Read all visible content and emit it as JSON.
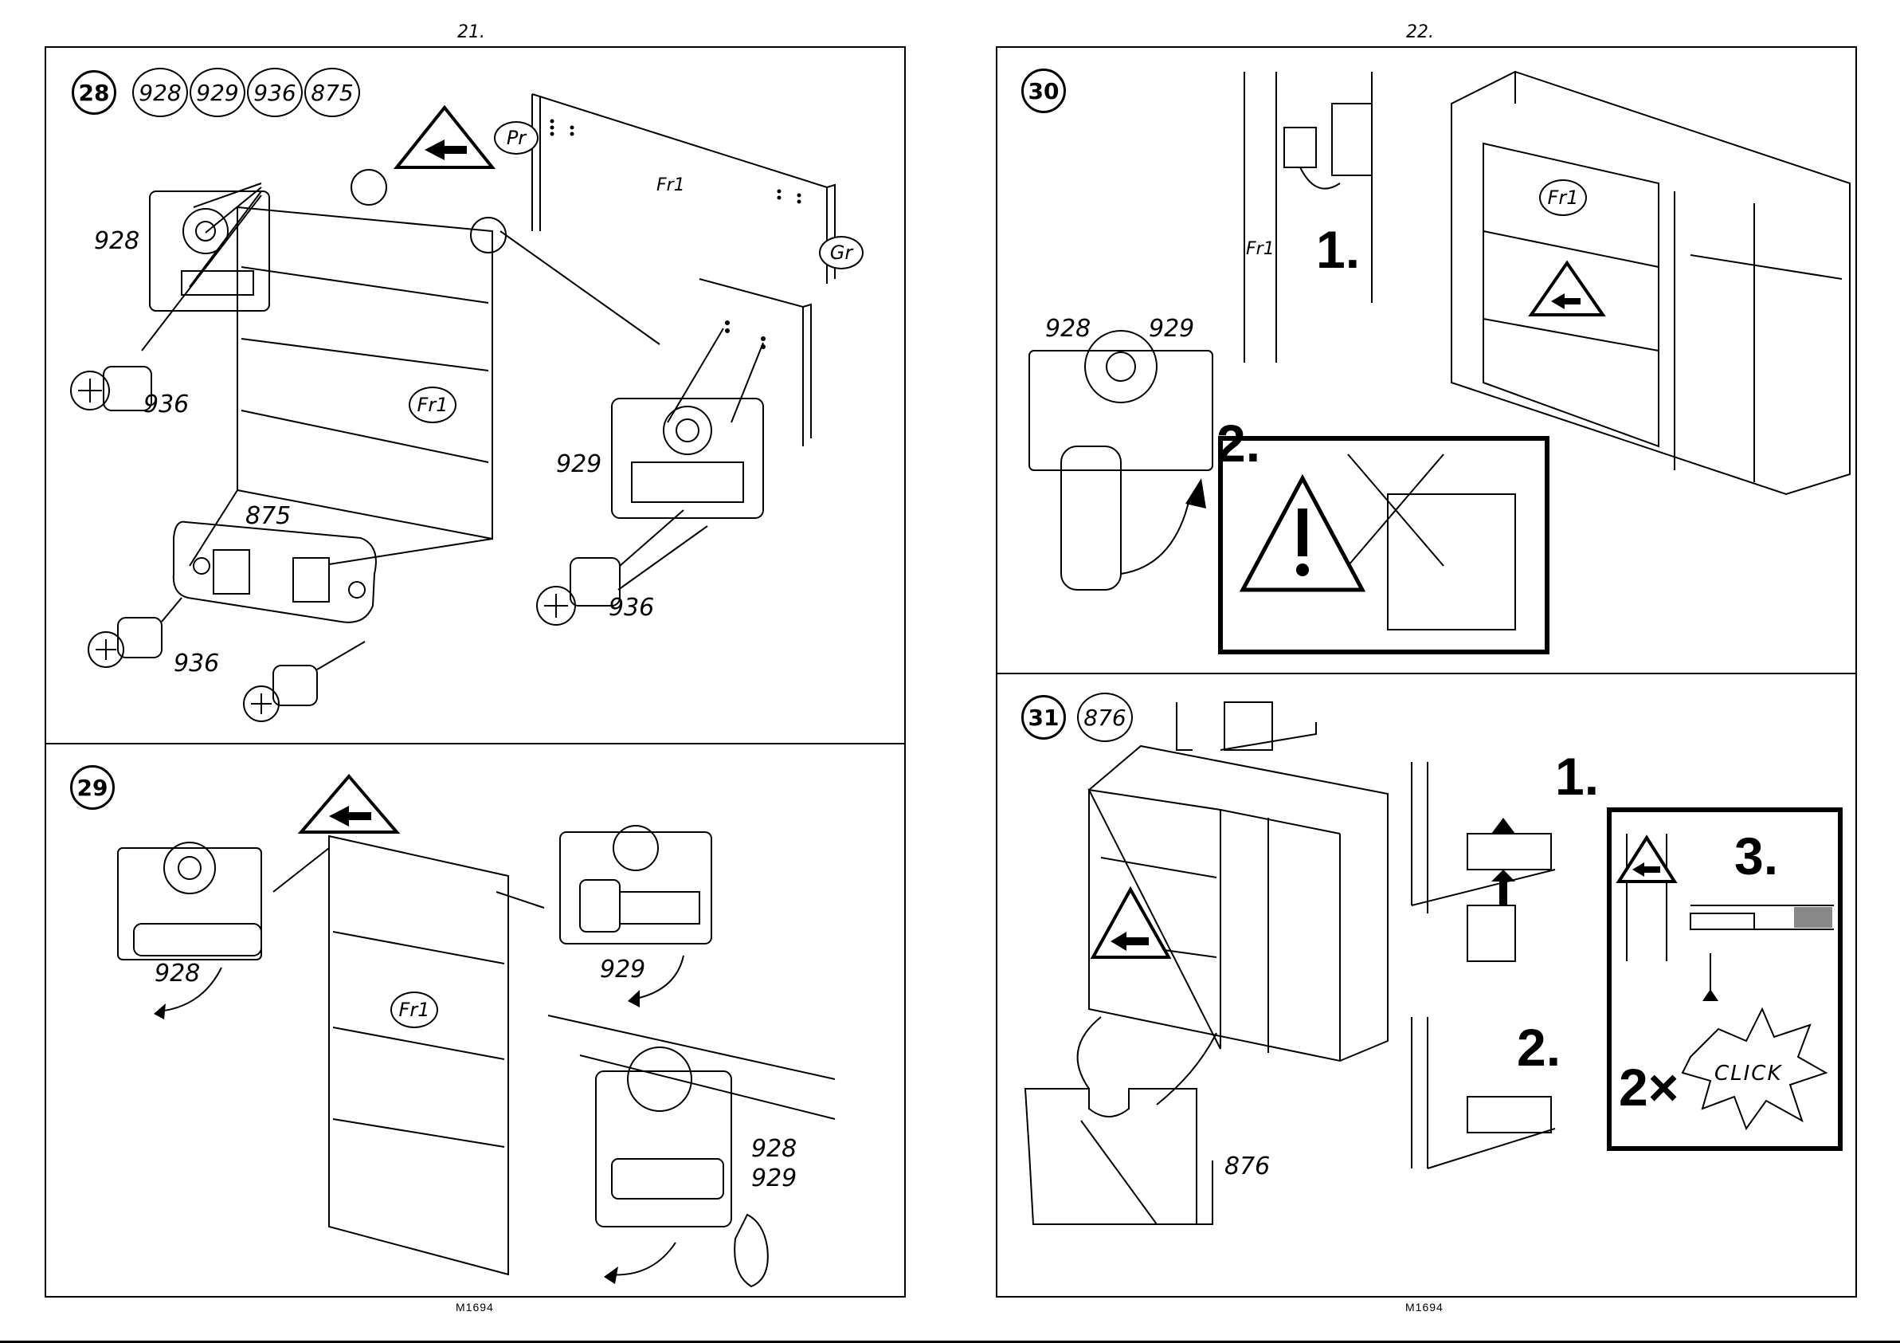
{
  "pages": {
    "left_number": "21.",
    "right_number": "22.",
    "left_code": "M1694",
    "right_code": "M1694"
  },
  "steps": {
    "s28": {
      "number": "28",
      "parts": [
        "928",
        "929",
        "936",
        "875"
      ],
      "labels": {
        "l928": "928",
        "l936a": "936",
        "l929": "929",
        "l936b": "936",
        "l875": "875",
        "l936c": "936"
      },
      "panel_tags": {
        "pr": "Pr",
        "gr": "Gr",
        "fr1_top": "Fr1",
        "fr1_door": "Fr1"
      }
    },
    "s29": {
      "number": "29",
      "labels": {
        "l928": "928",
        "l929": "929",
        "l928b": "928",
        "l929b": "929"
      },
      "panel_tags": {
        "fr1": "Fr1"
      }
    },
    "s30": {
      "number": "30",
      "labels": {
        "l928": "928",
        "l929": "929",
        "fr1": "Fr1"
      },
      "panel_tags": {
        "fr1": "Fr1"
      },
      "sub_steps": {
        "one": "1.",
        "two": "2."
      }
    },
    "s31": {
      "number": "31",
      "parts": [
        "876"
      ],
      "labels": {
        "l876": "876"
      },
      "sub_steps": {
        "one": "1.",
        "two": "2.",
        "three": "3."
      },
      "click_count": "2×",
      "click_text": "CLICK"
    }
  }
}
